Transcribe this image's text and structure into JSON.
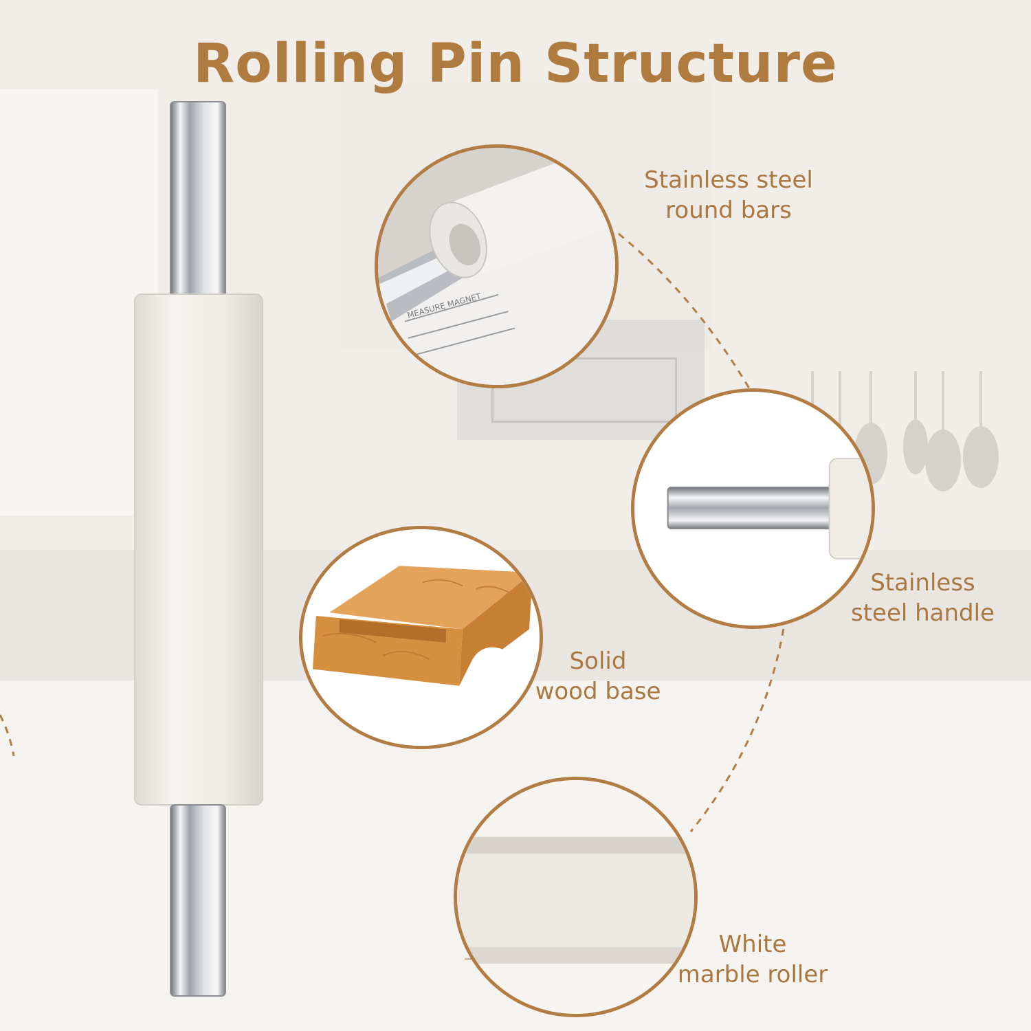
{
  "title": "Rolling Pin Structure",
  "features": {
    "round_bars": {
      "line1": "Stainless steel",
      "line2": "round bars"
    },
    "handle": {
      "line1": "Stainless",
      "line2": "steel handle"
    },
    "base": {
      "line1": "Solid",
      "line2": "wood base"
    },
    "roller": {
      "line1": "White",
      "line2": "marble roller"
    }
  },
  "colors": {
    "accent": "#b07b3e",
    "circle_border": "#b17d44",
    "steel": "#c9ccd0",
    "marble": "#efece6",
    "wood": "#d58f3e"
  }
}
